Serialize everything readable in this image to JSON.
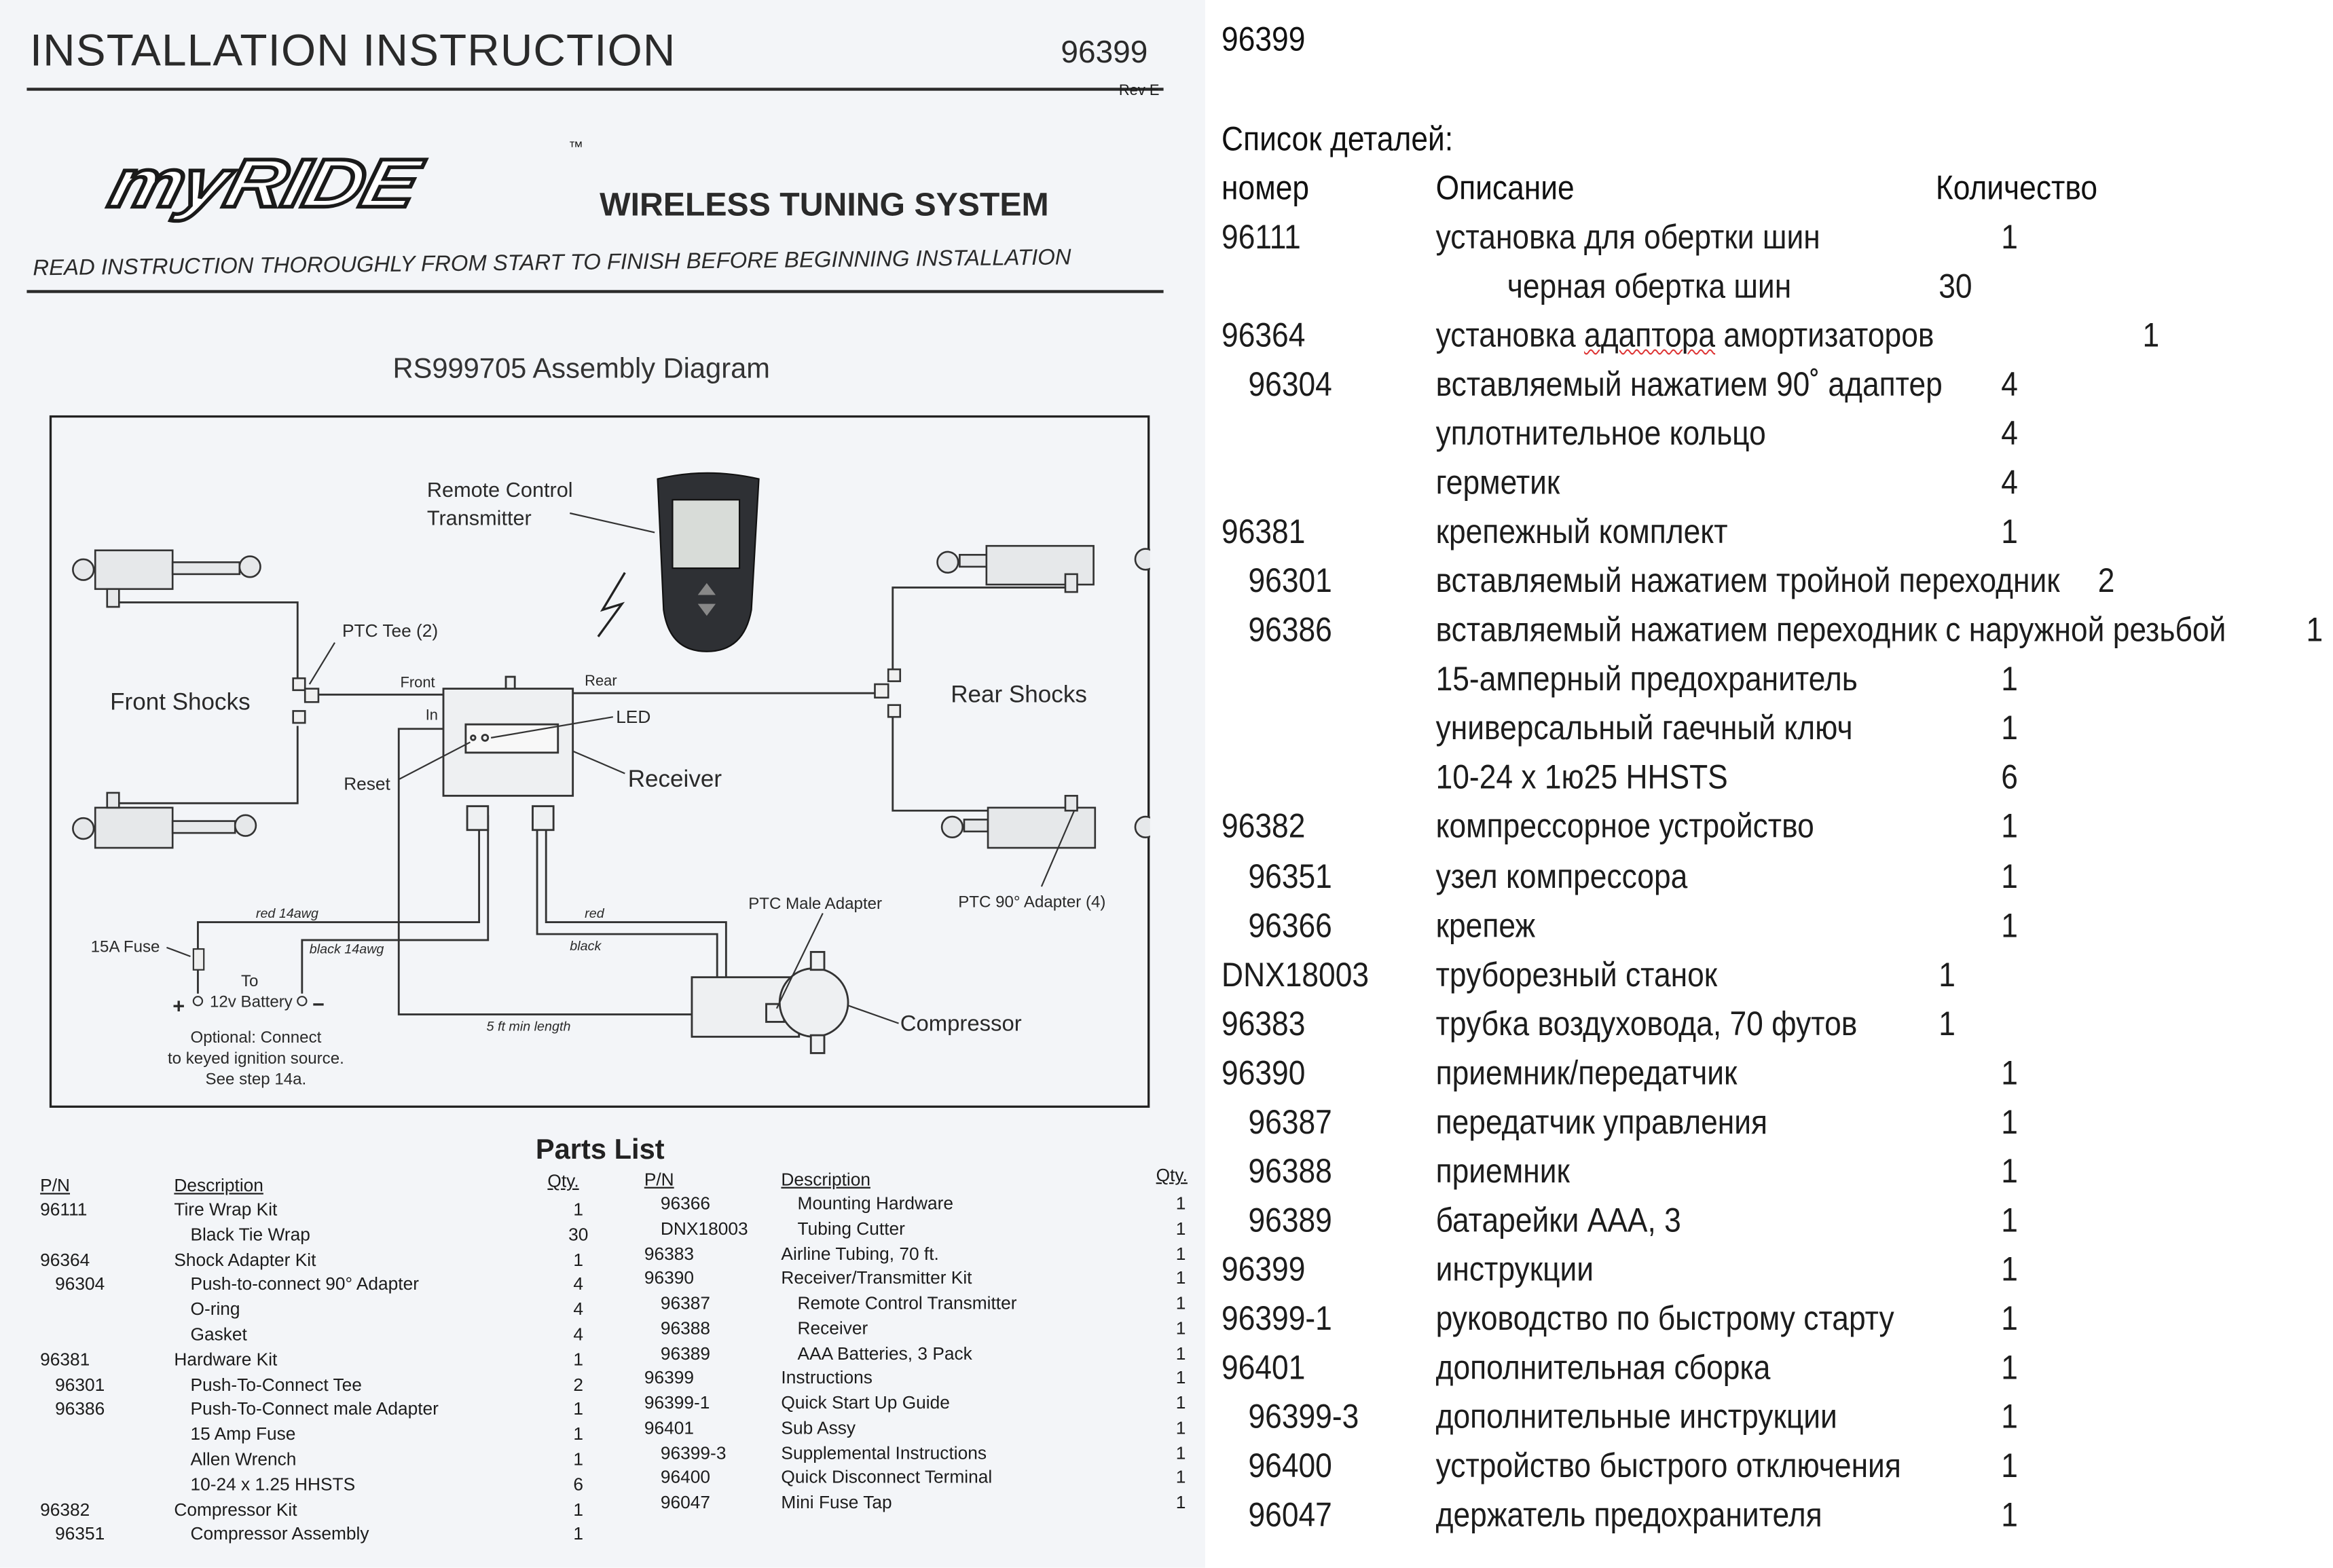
{
  "left_page": {
    "title": "INSTALLATION  INSTRUCTION",
    "doc_number": "96399",
    "revision": "Rev E",
    "logo_text": "myRIDE",
    "logo_tm": "™",
    "product_name": "WIRELESS TUNING SYSTEM",
    "read_note": "READ INSTRUCTION THOROUGHLY FROM START TO FINISH BEFORE BEGINNING INSTALLATION",
    "diagram_title": "RS999705 Assembly Diagram",
    "diagram_labels": {
      "remote_line1": "Remote Control",
      "remote_line2": "Transmitter",
      "ptc_tee": "PTC Tee (2)",
      "front_shocks": "Front Shocks",
      "front": "Front",
      "rear": "Rear",
      "in": "In",
      "led": "LED",
      "reset": "Reset",
      "receiver": "Receiver",
      "rear_shocks": "Rear Shocks",
      "red_14awg": "red 14awg",
      "black_14awg": "black 14awg",
      "red": "red",
      "black": "black",
      "fuse": "15A Fuse",
      "to": "To",
      "battery": "12v Battery",
      "plus": "+",
      "minus": "−",
      "ptc_male": "PTC Male Adapter",
      "ptc_90": "PTC 90° Adapter (4)",
      "min_length": "5 ft min length",
      "compressor": "Compressor",
      "optional1": "Optional: Connect",
      "optional2": "to keyed ignition source.",
      "optional3": "See step 14a."
    },
    "parts_list": {
      "title": "Parts List",
      "headers": {
        "pn": "P/N",
        "description": "Description",
        "qty": "Qty."
      },
      "left_rows": [
        {
          "pn": "96111",
          "desc": "Tire Wrap Kit",
          "qty": "1",
          "pn_indent": false,
          "desc_indent": false
        },
        {
          "pn": "",
          "desc": "Black Tie Wrap",
          "qty": "30",
          "pn_indent": false,
          "desc_indent": true
        },
        {
          "pn": "96364",
          "desc": "Shock Adapter Kit",
          "qty": "1",
          "pn_indent": false,
          "desc_indent": false
        },
        {
          "pn": "96304",
          "desc": "Push-to-connect 90° Adapter",
          "qty": "4",
          "pn_indent": true,
          "desc_indent": true
        },
        {
          "pn": "",
          "desc": "O-ring",
          "qty": "4",
          "pn_indent": false,
          "desc_indent": true
        },
        {
          "pn": "",
          "desc": "Gasket",
          "qty": "4",
          "pn_indent": false,
          "desc_indent": true
        },
        {
          "pn": "96381",
          "desc": "Hardware Kit",
          "qty": "1",
          "pn_indent": false,
          "desc_indent": false
        },
        {
          "pn": "96301",
          "desc": "Push-To-Connect Tee",
          "qty": "2",
          "pn_indent": true,
          "desc_indent": true
        },
        {
          "pn": "96386",
          "desc": "Push-To-Connect  male Adapter",
          "qty": "1",
          "pn_indent": true,
          "desc_indent": true
        },
        {
          "pn": "",
          "desc": "15 Amp Fuse",
          "qty": "1",
          "pn_indent": false,
          "desc_indent": true
        },
        {
          "pn": "",
          "desc": "Allen Wrench",
          "qty": "1",
          "pn_indent": false,
          "desc_indent": true
        },
        {
          "pn": "",
          "desc": "10-24 x 1.25 HHSTS",
          "qty": "6",
          "pn_indent": false,
          "desc_indent": true
        },
        {
          "pn": "96382",
          "desc": "Compressor  Kit",
          "qty": "1",
          "pn_indent": false,
          "desc_indent": false
        },
        {
          "pn": "96351",
          "desc": "Compressor Assembly",
          "qty": "1",
          "pn_indent": true,
          "desc_indent": true
        }
      ],
      "right_rows": [
        {
          "pn": "96366",
          "desc": "Mounting Hardware",
          "qty": "1",
          "pn_indent": true,
          "desc_indent": true
        },
        {
          "pn": "DNX18003",
          "desc": "Tubing Cutter",
          "qty": "1",
          "pn_indent": true,
          "desc_indent": true
        },
        {
          "pn": "96383",
          "desc": "Airline Tubing, 70 ft.",
          "qty": "1",
          "pn_indent": false,
          "desc_indent": false
        },
        {
          "pn": "96390",
          "desc": "Receiver/Transmitter Kit",
          "qty": "1",
          "pn_indent": false,
          "desc_indent": false
        },
        {
          "pn": "96387",
          "desc": "Remote Control Transmitter",
          "qty": "1",
          "pn_indent": true,
          "desc_indent": true
        },
        {
          "pn": "96388",
          "desc": "Receiver",
          "qty": "1",
          "pn_indent": true,
          "desc_indent": true
        },
        {
          "pn": "96389",
          "desc": "AAA Batteries, 3 Pack",
          "qty": "1",
          "pn_indent": true,
          "desc_indent": true
        },
        {
          "pn": "96399",
          "desc": "Instructions",
          "qty": "1",
          "pn_indent": false,
          "desc_indent": false
        },
        {
          "pn": "96399-1",
          "desc": "Quick Start Up Guide",
          "qty": "1",
          "pn_indent": false,
          "desc_indent": false
        },
        {
          "pn": "96401",
          "desc": "Sub Assy",
          "qty": "1",
          "pn_indent": false,
          "desc_indent": false
        },
        {
          "pn": "96399-3",
          "desc": "Supplemental Instructions",
          "qty": "1",
          "pn_indent": true,
          "desc_indent": false
        },
        {
          "pn": "96400",
          "desc": "Quick Disconnect Terminal",
          "qty": "1",
          "pn_indent": true,
          "desc_indent": false
        },
        {
          "pn": "96047",
          "desc": "Mini Fuse Tap",
          "qty": "1",
          "pn_indent": true,
          "desc_indent": false
        }
      ]
    }
  },
  "right_page": {
    "doc_number": "96399",
    "list_title": "Список деталей:",
    "headers": {
      "pn": "номер",
      "description": "Описание",
      "qty": "Количество"
    },
    "rows": [
      {
        "pn": "96111",
        "desc": "установка для обертки шин",
        "qty": "1",
        "pn_indent": false,
        "desc_indent": false
      },
      {
        "pn": "",
        "desc": "черная обертка шин",
        "qty": "30",
        "pn_indent": false,
        "desc_indent": true
      },
      {
        "pn": "96364",
        "desc": "установка адаптора амортизаторов",
        "qty": "1",
        "pn_indent": false,
        "desc_indent": false
      },
      {
        "pn": "96304",
        "desc": "вставляемый нажатием 90˚ адаптер",
        "qty": "4",
        "pn_indent": true,
        "desc_indent": false
      },
      {
        "pn": "",
        "desc": "уплотнительное кольцо",
        "qty": "4",
        "pn_indent": false,
        "desc_indent": false
      },
      {
        "pn": "",
        "desc": "герметик",
        "qty": "4",
        "pn_indent": false,
        "desc_indent": false
      },
      {
        "pn": "96381",
        "desc": "крепежный комплект",
        "qty": "1",
        "pn_indent": false,
        "desc_indent": false
      },
      {
        "pn": "96301",
        "desc": "вставляемый нажатием тройной переходник",
        "qty": "2",
        "pn_indent": true,
        "desc_indent": false
      },
      {
        "pn": "96386",
        "desc": "вставляемый нажатием переходник с наружной резьбой",
        "qty": "1",
        "pn_indent": true,
        "desc_indent": false
      },
      {
        "pn": "",
        "desc": "15-амперный предохранитель",
        "qty": "1",
        "pn_indent": false,
        "desc_indent": false
      },
      {
        "pn": "",
        "desc": "универсальный гаечный ключ",
        "qty": "1",
        "pn_indent": false,
        "desc_indent": false
      },
      {
        "pn": "",
        "desc": "10-24 x 1ю25 HHSTS",
        "qty": "6",
        "pn_indent": false,
        "desc_indent": false
      },
      {
        "pn": "96382",
        "desc": "компрессорное устройство",
        "qty": "1",
        "pn_indent": false,
        "desc_indent": false
      },
      {
        "pn": "96351",
        "desc": "узел компрессора",
        "qty": "1",
        "pn_indent": true,
        "desc_indent": false
      },
      {
        "pn": "96366",
        "desc": "крепеж",
        "qty": "1",
        "pn_indent": true,
        "desc_indent": false
      },
      {
        "pn": "DNX18003",
        "desc": "труборезный станок",
        "qty": "1",
        "pn_indent": false,
        "desc_indent": false
      },
      {
        "pn": "96383",
        "desc": "трубка воздуховода, 70 футов",
        "qty": "1",
        "pn_indent": false,
        "desc_indent": false
      },
      {
        "pn": "96390",
        "desc": "приемник/передатчик",
        "qty": "1",
        "pn_indent": false,
        "desc_indent": false
      },
      {
        "pn": "96387",
        "desc": "передатчик управления",
        "qty": "1",
        "pn_indent": true,
        "desc_indent": false
      },
      {
        "pn": "96388",
        "desc": "приемник",
        "qty": "1",
        "pn_indent": true,
        "desc_indent": false
      },
      {
        "pn": "96389",
        "desc": "батарейки AAA, 3",
        "qty": "1",
        "pn_indent": true,
        "desc_indent": false
      },
      {
        "pn": "96399",
        "desc": "инструкции",
        "qty": "1",
        "pn_indent": false,
        "desc_indent": false
      },
      {
        "pn": "96399-1",
        "desc": "руководство по быстрому старту",
        "qty": "1",
        "pn_indent": false,
        "desc_indent": false
      },
      {
        "pn": "96401",
        "desc": "дополнительная сборка",
        "qty": "1",
        "pn_indent": false,
        "desc_indent": false
      },
      {
        "pn": "96399-3",
        "desc": "дополнительные инструкции",
        "qty": "1",
        "pn_indent": true,
        "desc_indent": false
      },
      {
        "pn": "96400",
        "desc": "устройство быстрого отключения",
        "qty": "1",
        "pn_indent": true,
        "desc_indent": false
      },
      {
        "pn": "96047",
        "desc": "держатель предохранителя",
        "qty": "1",
        "pn_indent": true,
        "desc_indent": false
      }
    ]
  }
}
